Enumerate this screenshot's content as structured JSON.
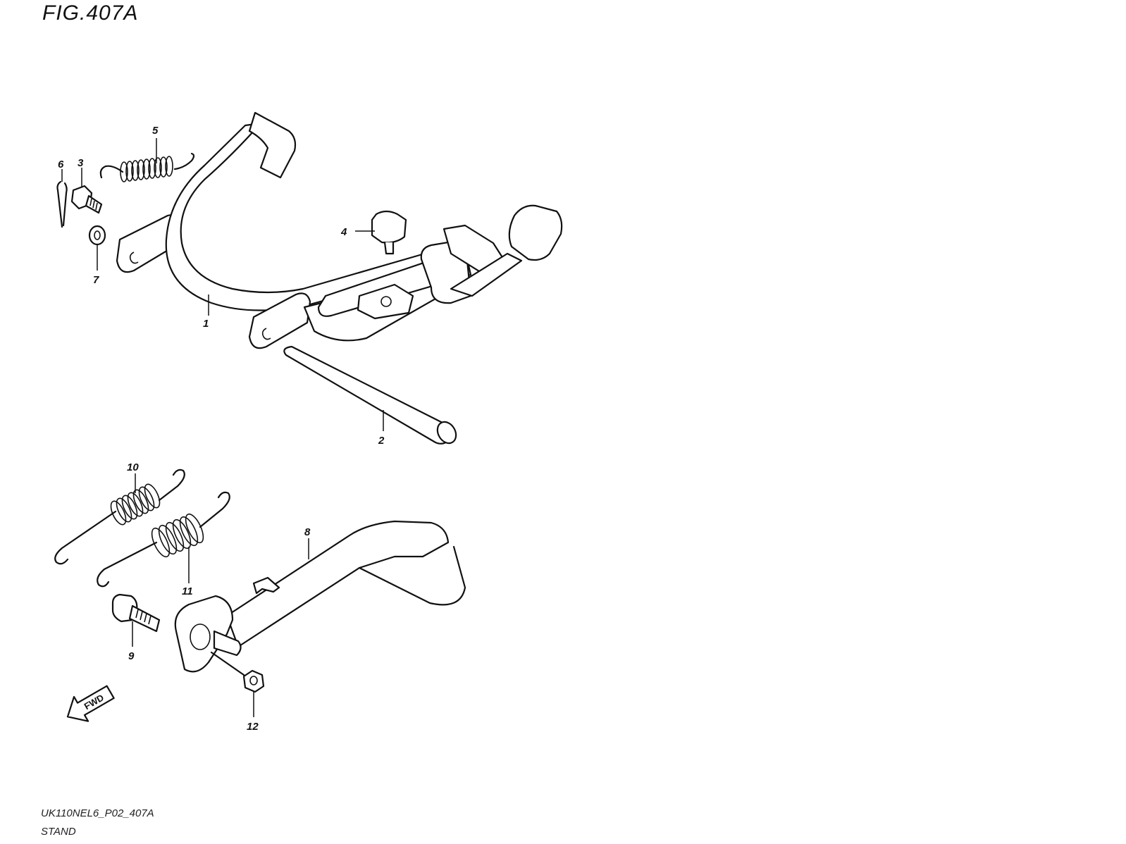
{
  "figure": {
    "title": "FIG.407A"
  },
  "footer": {
    "code": "UK110NEL6_P02_407A",
    "name": "STAND"
  },
  "direction": {
    "label": "FWD"
  },
  "callouts": [
    "1",
    "2",
    "3",
    "4",
    "5",
    "6",
    "7",
    "8",
    "9",
    "10",
    "11",
    "12"
  ]
}
